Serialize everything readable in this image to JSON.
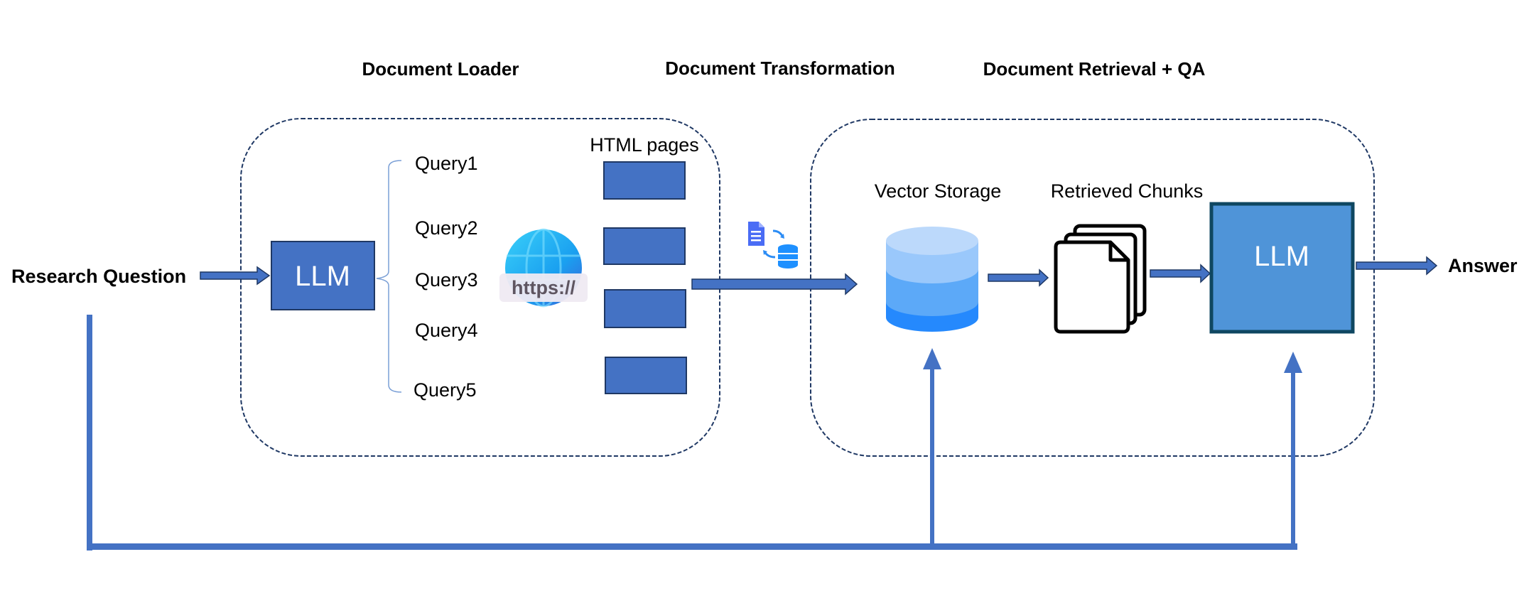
{
  "headers": {
    "loader": "Document Loader",
    "transformation": "Document Transformation",
    "retrieval": "Document Retrieval + QA"
  },
  "input": {
    "label": "Research Question"
  },
  "loader": {
    "llm_label": "LLM",
    "queries": [
      "Query1",
      "Query2",
      "Query3",
      "Query4",
      "Query5"
    ],
    "web_icon_label": "https://",
    "html_pages_label": "HTML pages",
    "html_page_count": 4
  },
  "transformation": {
    "icon": "document-to-database-icon"
  },
  "retrieval": {
    "vector_storage_label": "Vector Storage",
    "chunks_label": "Retrieved Chunks",
    "llm_label": "LLM"
  },
  "output": {
    "label": "Answer"
  },
  "colors": {
    "box_blue": "#4472c4",
    "box_border": "#1f3864",
    "llm2_fill": "#4f94d8",
    "llm2_border": "#0f4761",
    "arrow_blue": "#4472c4",
    "dash_border": "#1f3864",
    "db_top": "#bcd9fb",
    "db_mid": "#5ca9f8",
    "db_bottom": "#2589fd"
  }
}
